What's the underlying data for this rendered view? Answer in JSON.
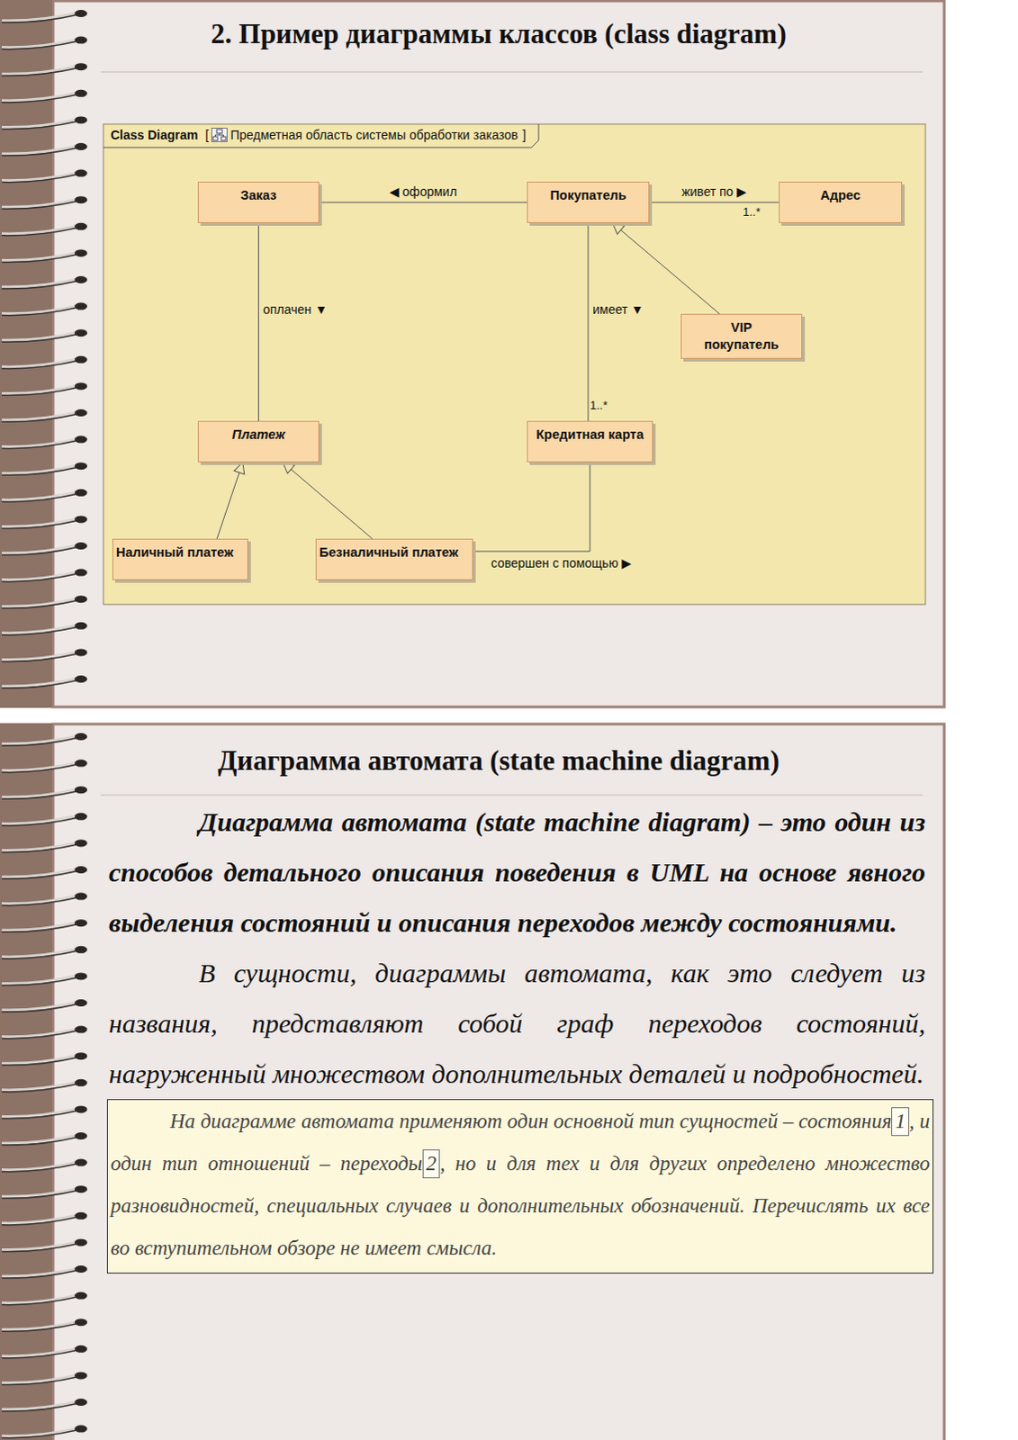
{
  "diagram": {
    "title": "2. Пример диаграммы классов (class diagram)",
    "nodes": [
      {
        "text": [
          "Class Diagram",
          "[",
          "Предметная область системы обработки заказов",
          "]"
        ]
      },
      {
        "text": [
          "Заказ"
        ],
        "in": 0
      },
      {
        "text": [
          "Покупатель"
        ],
        "in": 0
      },
      {
        "text": [
          "Адрес"
        ],
        "in": 0
      },
      {
        "text": [
          "VIP покупатель"
        ],
        "in": 0
      },
      {
        "text": [
          "Платеж"
        ],
        "in": 0
      },
      {
        "text": [
          "Кредитная карта"
        ],
        "in": 0
      },
      {
        "text": [
          "Наличный платеж"
        ],
        "in": 0
      },
      {
        "text": [
          "Безналичный платеж"
        ],
        "in": 0
      },
      {
        "text": [
          "На диаграмме автомата применяют один основной тип сущностей – состояния",
          "1",
          ", и один тип отношений – переходы",
          "2",
          ", но и для тех и для других определено множество разновидностей, специальных случаев и дополнительных обозначений. Перечислять их все во вступительном обзоре не имеет смысла."
        ]
      }
    ],
    "edges": [
      {
        "from": 2,
        "to": 1,
        "label": "◀ оформил",
        "arrow": "none"
      },
      {
        "from": 2,
        "to": 3,
        "label": "живет по ▶",
        "arrow": "none"
      },
      {
        "from": 1,
        "to": 5,
        "label": "оплачен ▼",
        "arrow": "none"
      },
      {
        "from": 2,
        "to": 6,
        "label": "имеет ▼",
        "arrow": "none"
      },
      {
        "from": 4,
        "to": 2,
        "arrow": "to"
      },
      {
        "from": 7,
        "to": 5,
        "arrow": "to"
      },
      {
        "from": 8,
        "to": 5,
        "arrow": "to"
      },
      {
        "from": 8,
        "to": 6,
        "label": "совершен с помощью ▶",
        "arrow": "none"
      }
    ],
    "labels": [
      "1..*",
      "1..*",
      "Диаграмма автомата (state machine diagram)",
      "Диаграмма автомата (state machine diagram) – это один из способов детального описания поведения в UML на основе явного выделения состояний и описания переходов между состояниями.",
      "В сущности, диаграммы автомата, как это следует из названия, представляют собой граф переходов состояний, нагруженный множеством дополнительных деталей и подробностей."
    ]
  }
}
